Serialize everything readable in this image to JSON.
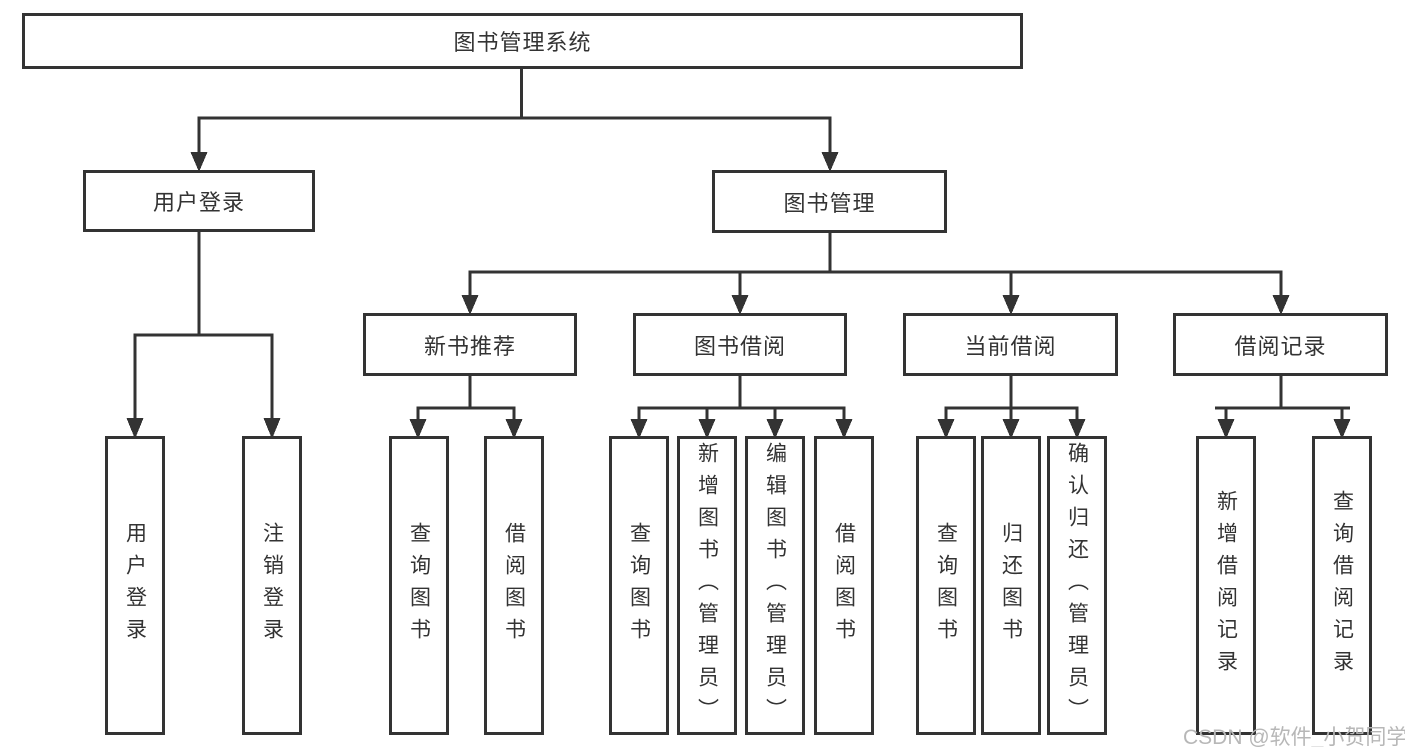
{
  "diagram": {
    "root": {
      "label": "图书管理系统"
    },
    "level2": {
      "user_login": {
        "label": "用户登录"
      },
      "book_management": {
        "label": "图书管理"
      }
    },
    "level3": {
      "new_book_recommend": {
        "label": "新书推荐"
      },
      "book_borrow": {
        "label": "图书借阅"
      },
      "current_borrow": {
        "label": "当前借阅"
      },
      "borrow_records": {
        "label": "借阅记录"
      }
    },
    "leaves": {
      "user_login_leaf": {
        "label": "用户登录"
      },
      "logout": {
        "label": "注销登录"
      },
      "rec_query_book": {
        "label": "查询图书"
      },
      "rec_borrow_book": {
        "label": "借阅图书"
      },
      "bb_query_book": {
        "label": "查询图书"
      },
      "bb_add_book": {
        "label": "新增图书（管理员）"
      },
      "bb_edit_book": {
        "label": "编辑图书（管理员）"
      },
      "bb_borrow_book": {
        "label": "借阅图书"
      },
      "cb_query_book": {
        "label": "查询图书"
      },
      "cb_return_book": {
        "label": "归还图书"
      },
      "cb_confirm_return": {
        "label": "确认归还（管理员）"
      },
      "br_add_record": {
        "label": "新增借阅记录"
      },
      "br_query_record": {
        "label": "查询借阅记录"
      }
    }
  },
  "watermark": "CSDN @软件_小贺同学",
  "colors": {
    "line": "#333333",
    "box_border": "#333333",
    "text": "#333333",
    "watermark": "#b7b7b7",
    "background": "#ffffff"
  }
}
